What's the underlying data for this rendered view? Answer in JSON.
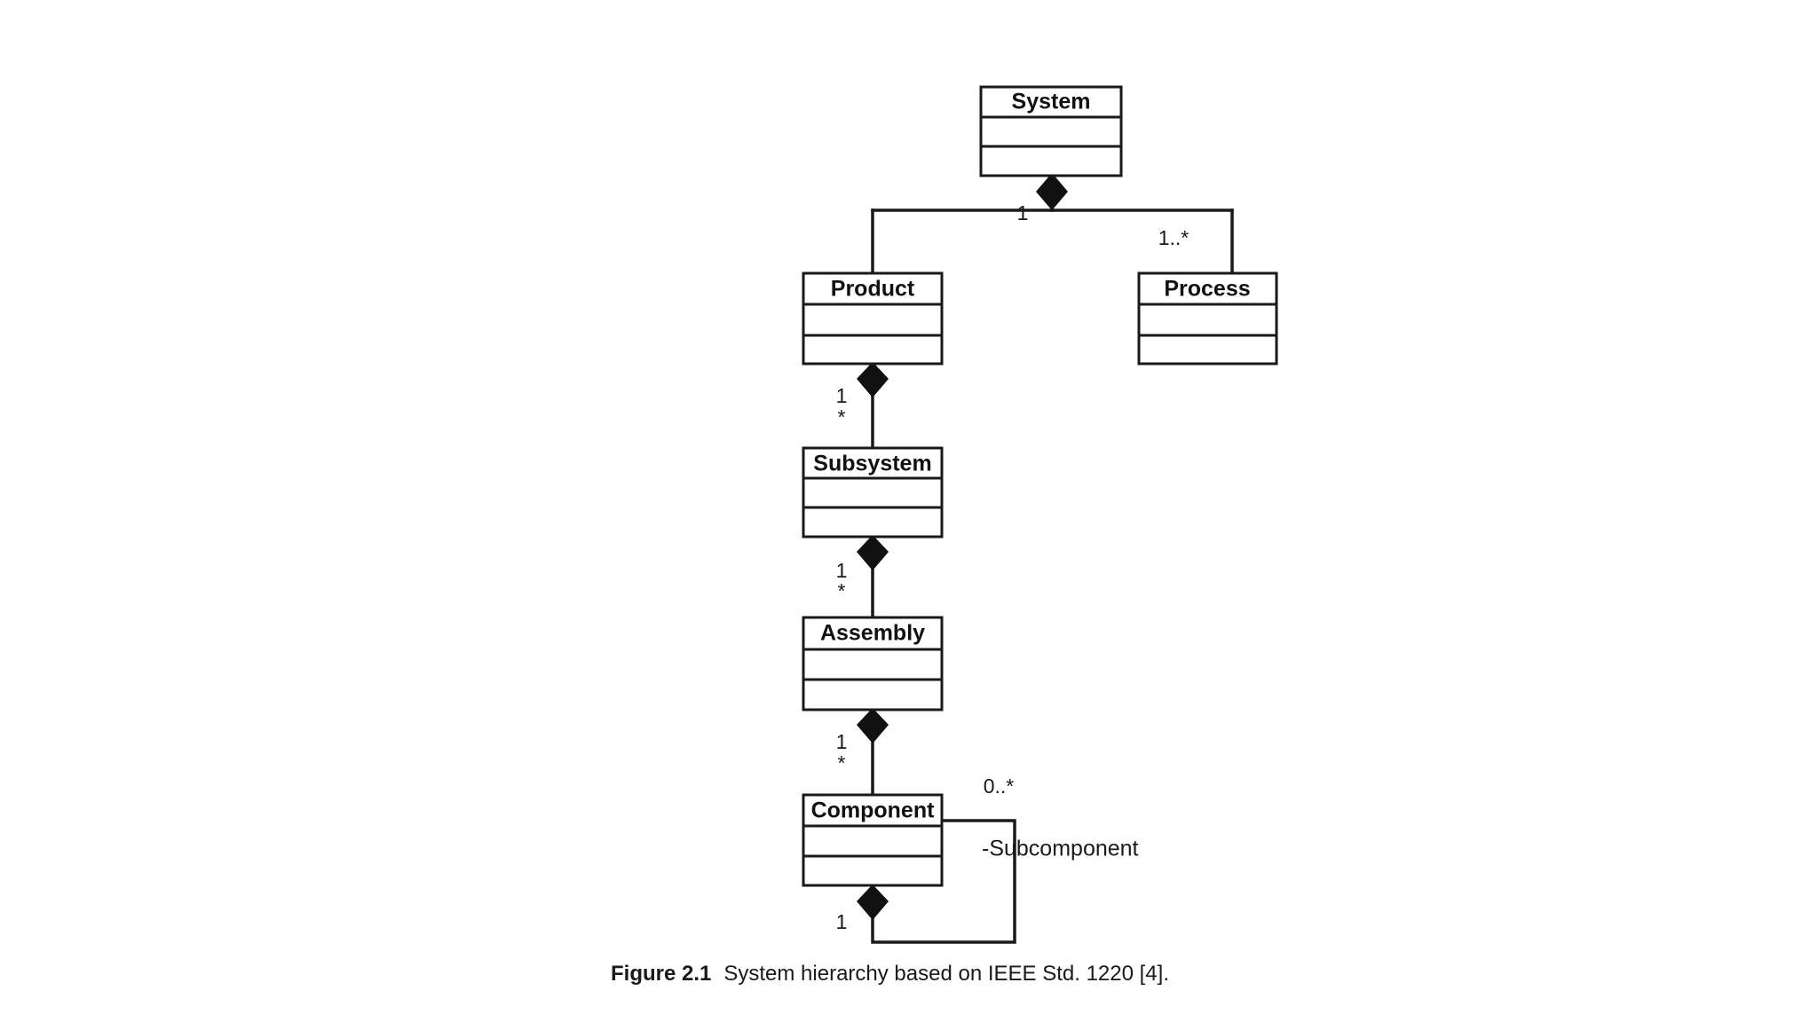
{
  "figure": {
    "label": "Figure 2.1",
    "caption": "System hierarchy based on IEEE Std. 1220 [4]."
  },
  "diagram": {
    "type": "uml-class-diagram",
    "background_color": "#ffffff",
    "line_color": "#1a1a1a",
    "fill_color": "#ffffff",
    "classes": [
      {
        "id": "system",
        "name": "System",
        "compartments": 3
      },
      {
        "id": "product",
        "name": "Product",
        "compartments": 3
      },
      {
        "id": "process",
        "name": "Process",
        "compartments": 3
      },
      {
        "id": "subsystem",
        "name": "Subsystem",
        "compartments": 3
      },
      {
        "id": "assembly",
        "name": "Assembly",
        "compartments": 3
      },
      {
        "id": "component",
        "name": "Component",
        "compartments": 3
      }
    ],
    "relationships": [
      {
        "id": "system-product",
        "kind": "composition",
        "whole": "System",
        "part": "Product",
        "whole_multiplicity": "1",
        "part_multiplicity": ""
      },
      {
        "id": "system-process",
        "kind": "composition",
        "whole": "System",
        "part": "Process",
        "whole_multiplicity": "1",
        "part_multiplicity": "1..*"
      },
      {
        "id": "product-subsystem",
        "kind": "composition",
        "whole": "Product",
        "part": "Subsystem",
        "whole_multiplicity": "1",
        "part_multiplicity": "*"
      },
      {
        "id": "subsystem-assembly",
        "kind": "composition",
        "whole": "Subsystem",
        "part": "Assembly",
        "whole_multiplicity": "1",
        "part_multiplicity": "*"
      },
      {
        "id": "assembly-component",
        "kind": "composition",
        "whole": "Assembly",
        "part": "Component",
        "whole_multiplicity": "1",
        "part_multiplicity": "*"
      },
      {
        "id": "component-subcomponent",
        "kind": "composition",
        "whole": "Component",
        "part": "Component",
        "whole_multiplicity": "1",
        "part_multiplicity": "0..*",
        "role_name": "-Subcomponent"
      }
    ],
    "multiplicity_labels": {
      "system_to_children": "1",
      "process_end": "1..*",
      "product_to_subsystem_whole": "1",
      "product_to_subsystem_part": "*",
      "subsystem_to_assembly_whole": "1",
      "subsystem_to_assembly_part": "*",
      "assembly_to_component_whole": "1",
      "assembly_to_component_part": "*",
      "component_loop_whole": "1",
      "component_loop_part": "0..*"
    },
    "role_labels": {
      "subcomponent": "-Subcomponent"
    }
  }
}
